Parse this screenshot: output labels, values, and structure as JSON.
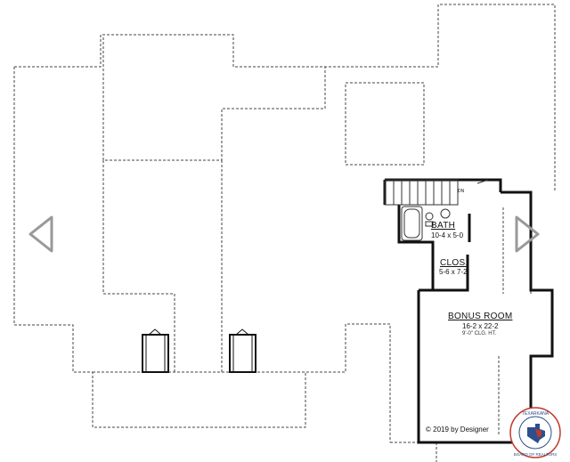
{
  "navigation": {
    "previous_icon": "chevron-left-outline",
    "next_icon": "chevron-right-outline"
  },
  "floor_plan": {
    "rooms": [
      {
        "name": "BATH",
        "dimensions": "10-4 x 5-0"
      },
      {
        "name": "CLOS.",
        "dimensions": "5-6 x 7-2"
      },
      {
        "name": "BONUS ROOM",
        "dimensions": "16-2 x 22-2",
        "ceiling": "9'-0\" CLG. HT."
      }
    ],
    "stair_label": "DN",
    "copyright": "© 2019 by Designer"
  },
  "badge": {
    "text": "TEXARKANA BOARD OF REALTORS",
    "colors": {
      "red": "#c0392b",
      "blue": "#2c4f8f"
    }
  }
}
